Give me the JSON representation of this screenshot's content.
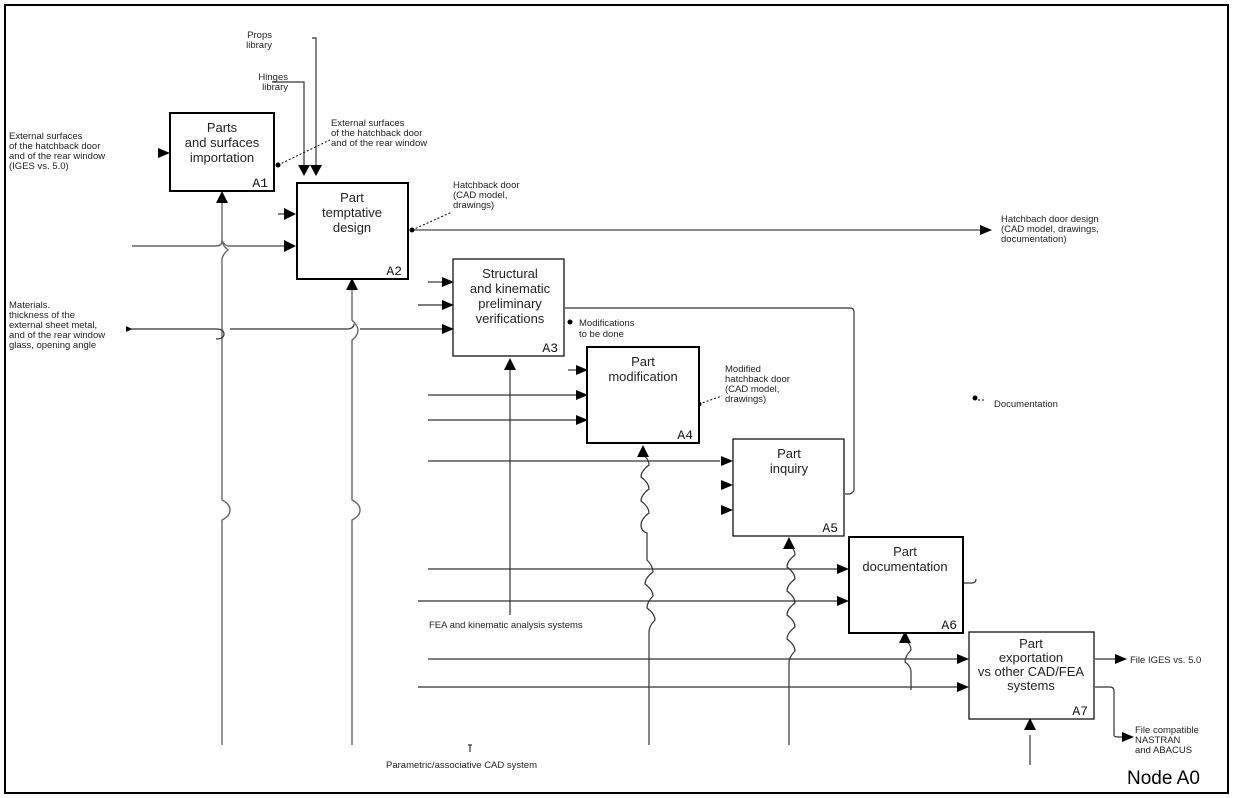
{
  "diagram": {
    "type": "IDEF0",
    "node_label": "Node A0",
    "boxes": [
      {
        "id": "A1",
        "lines": [
          "Parts",
          "and surfaces",
          "importation"
        ]
      },
      {
        "id": "A2",
        "lines": [
          "Part",
          "temptative",
          "design"
        ]
      },
      {
        "id": "A3",
        "lines": [
          "Structural",
          "and kinematic",
          "preliminary",
          "verifications"
        ]
      },
      {
        "id": "A4",
        "lines": [
          "Part",
          "modification"
        ]
      },
      {
        "id": "A5",
        "lines": [
          "Part",
          "inquiry"
        ]
      },
      {
        "id": "A6",
        "lines": [
          "Part",
          "documentation"
        ]
      },
      {
        "id": "A7",
        "lines": [
          "Part",
          "exportation",
          "vs other CAD/FEA",
          "systems"
        ]
      }
    ],
    "labels": {
      "props_library": [
        "Props",
        "library"
      ],
      "hinges_library": [
        "Hinges",
        "library"
      ],
      "input_external_surfaces": [
        "External surfaces",
        "of the hatchback door",
        "and of the rear window",
        "(IGES vs. 5.0)"
      ],
      "a1_output_surfaces": [
        "External surfaces",
        "of the hatchback door",
        "and of the rear window"
      ],
      "hatchback_door": [
        "Hatchback door",
        "(CAD model,",
        "drawings)"
      ],
      "hatchback_door_design": [
        "Hatchbach door design",
        "(CAD model, drawings,",
        "documentation)"
      ],
      "materials": [
        "Materials.",
        "thickness of the",
        "external sheet metal,",
        "and of the rear window",
        "glass, opening angle"
      ],
      "modifications_to_be_done": [
        "Modifications",
        "to be done"
      ],
      "modified_hatchback_door": [
        "Modified",
        "hatchback door",
        "(CAD model,",
        "drawings)"
      ],
      "documentation": "Documentation",
      "fea_systems": "FEA and kinematic analysis systems",
      "cad_system": "Parametric/associative CAD system",
      "file_iges": "File IGES vs. 5.0",
      "file_compatible": [
        "File compatible",
        "NASTRAN",
        "and ABACUS"
      ]
    }
  }
}
